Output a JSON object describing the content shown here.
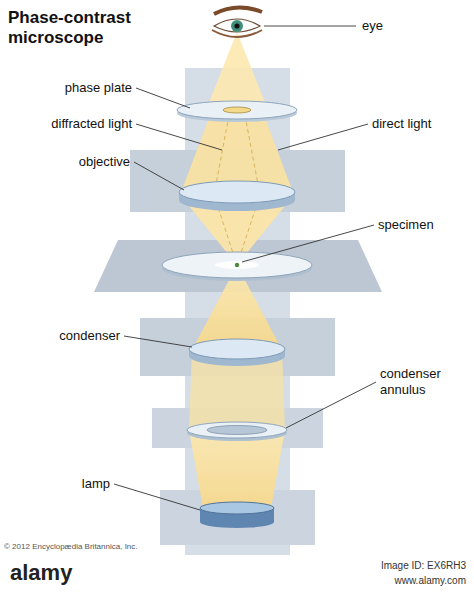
{
  "diagram": {
    "title": "Phase-contrast microscope",
    "labels": [
      "eye",
      "phase plate",
      "diffracted light",
      "direct light",
      "objective",
      "specimen",
      "condenser",
      "condenser annulus",
      "lamp",
      "© 2012 Encyclopædia Britannica, Inc.",
      "alamy",
      "Image ID: EX6RH3",
      "www.alamy.com"
    ]
  }
}
